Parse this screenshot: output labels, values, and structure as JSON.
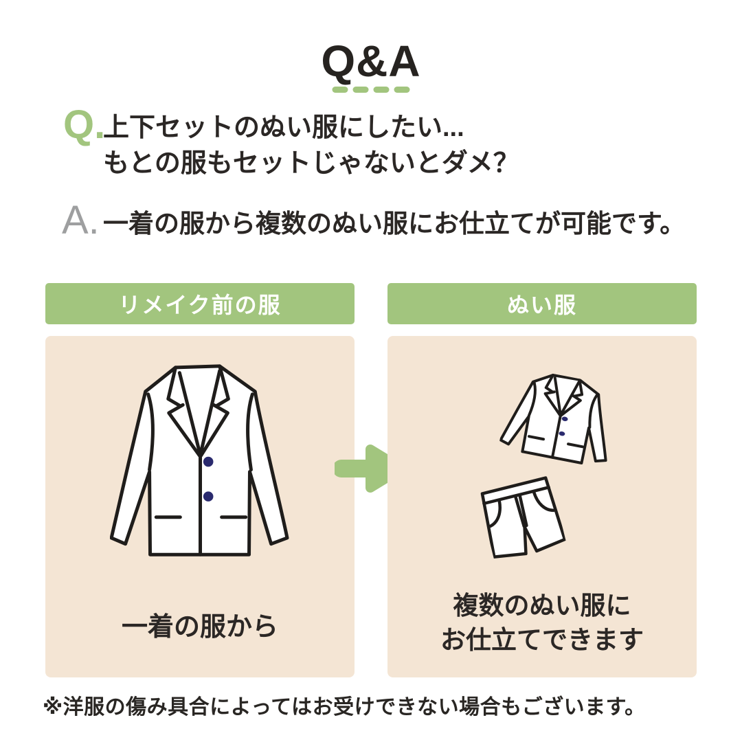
{
  "title": "Q&A",
  "question": {
    "label": "Q.",
    "line1": "上下セットのぬい服にしたい...",
    "line2": "もとの服もセットじゃないとダメ？"
  },
  "answer": {
    "label": "A.",
    "text": "一着の服から複数のぬい服にお仕立てが可能です。"
  },
  "comparison": {
    "before": {
      "header": "リメイク前の服",
      "caption": "一着の服から",
      "illustration": "suit-jacket"
    },
    "after": {
      "header": "ぬい服",
      "caption_line1": "複数のぬい服に",
      "caption_line2": "お仕立てできます",
      "illustrations": [
        "small-suit-jacket",
        "shorts"
      ]
    },
    "arrow_icon": "right-arrow"
  },
  "footnote": "※洋服の傷み具合によってはお受けできない場合もございます。",
  "colors": {
    "green": "#a2c57e",
    "beige": "#f4e5d4",
    "button_navy": "#2a2a6e",
    "ink": "#2b2725",
    "answer_gray": "#9e9fa0",
    "line_black": "#1f1d1b"
  }
}
